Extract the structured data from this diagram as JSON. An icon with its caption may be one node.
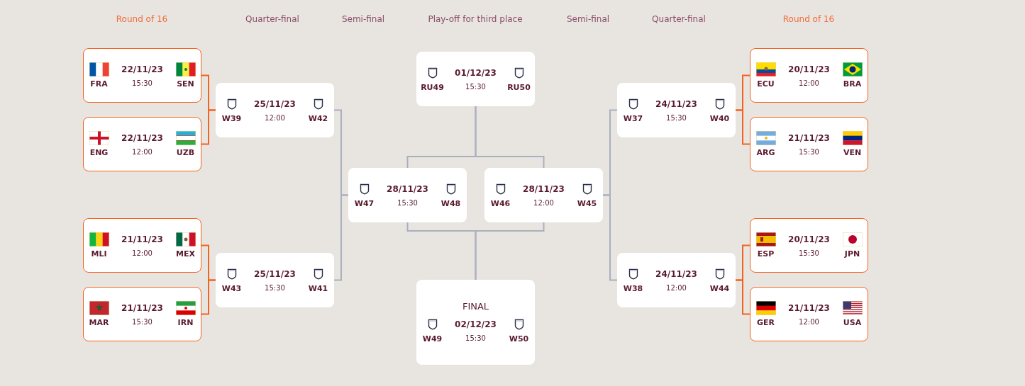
{
  "diagram": {
    "nodes": [
      {
        "text": [
          "22/11/23",
          "FRA",
          "15:30",
          "SEN"
        ]
      },
      {
        "text": [
          "22/11/23",
          "ENG",
          "12:00",
          "UZB"
        ]
      },
      {
        "text": [
          "21/11/23",
          "MLI",
          "12:00",
          "MEX"
        ]
      },
      {
        "text": [
          "21/11/23",
          "MAR",
          "15:30",
          "IRN"
        ]
      },
      {
        "text": [
          "25/11/23",
          "W39",
          "12:00",
          "W42"
        ]
      },
      {
        "text": [
          "25/11/23",
          "W43",
          "15:30",
          "W41"
        ]
      },
      {
        "text": [
          "28/11/23",
          "W47",
          "15:30",
          "W48"
        ]
      },
      {
        "text": [
          "01/12/23",
          "RU49",
          "15:30",
          "RU50"
        ]
      },
      {
        "text": [
          "28/11/23",
          "W46",
          "12:00",
          "W45"
        ]
      },
      {
        "text": [
          "FINAL",
          "02/12/23",
          "W49",
          "15:30",
          "W50"
        ]
      },
      {
        "text": [
          "24/11/23",
          "W37",
          "15:30",
          "W40"
        ]
      },
      {
        "text": [
          "24/11/23",
          "W38",
          "12:00",
          "W44"
        ]
      },
      {
        "text": [
          "20/11/23",
          "ECU",
          "12:00",
          "BRA"
        ]
      },
      {
        "text": [
          "21/11/23",
          "ARG",
          "15:30",
          "VEN"
        ]
      },
      {
        "text": [
          "20/11/23",
          "ESP",
          "15:30",
          "JPN"
        ]
      },
      {
        "text": [
          "21/11/23",
          "GER",
          "12:00",
          "USA"
        ]
      }
    ],
    "edges": [
      {
        "from": 0,
        "to": 4,
        "arrow": "none"
      },
      {
        "from": 1,
        "to": 4,
        "arrow": "none"
      },
      {
        "from": 2,
        "to": 5,
        "arrow": "none"
      },
      {
        "from": 3,
        "to": 5,
        "arrow": "none"
      },
      {
        "from": 4,
        "to": 6,
        "arrow": "none",
        "color": "#a9b0bd"
      },
      {
        "from": 5,
        "to": 6,
        "arrow": "none",
        "color": "#a9b0bd"
      },
      {
        "from": 6,
        "to": 7,
        "arrow": "none",
        "color": "#a9b0bd"
      },
      {
        "from": 8,
        "to": 7,
        "arrow": "none",
        "color": "#a9b0bd"
      },
      {
        "from": 6,
        "to": 9,
        "arrow": "none",
        "color": "#a9b0bd"
      },
      {
        "from": 8,
        "to": 9,
        "arrow": "none",
        "color": "#a9b0bd"
      },
      {
        "from": 10,
        "to": 8,
        "arrow": "none",
        "color": "#a9b0bd"
      },
      {
        "from": 11,
        "to": 8,
        "arrow": "none",
        "color": "#a9b0bd"
      },
      {
        "from": 12,
        "to": 10,
        "arrow": "none"
      },
      {
        "from": 13,
        "to": 10,
        "arrow": "none"
      },
      {
        "from": 14,
        "to": 11,
        "arrow": "none"
      },
      {
        "from": 15,
        "to": 11,
        "arrow": "none"
      }
    ],
    "labels": [
      "Round of 16",
      "Quarter-final",
      "Semi-final",
      "Play-off for third place",
      "Semi-final",
      "Quarter-final",
      "Round of 16"
    ]
  }
}
